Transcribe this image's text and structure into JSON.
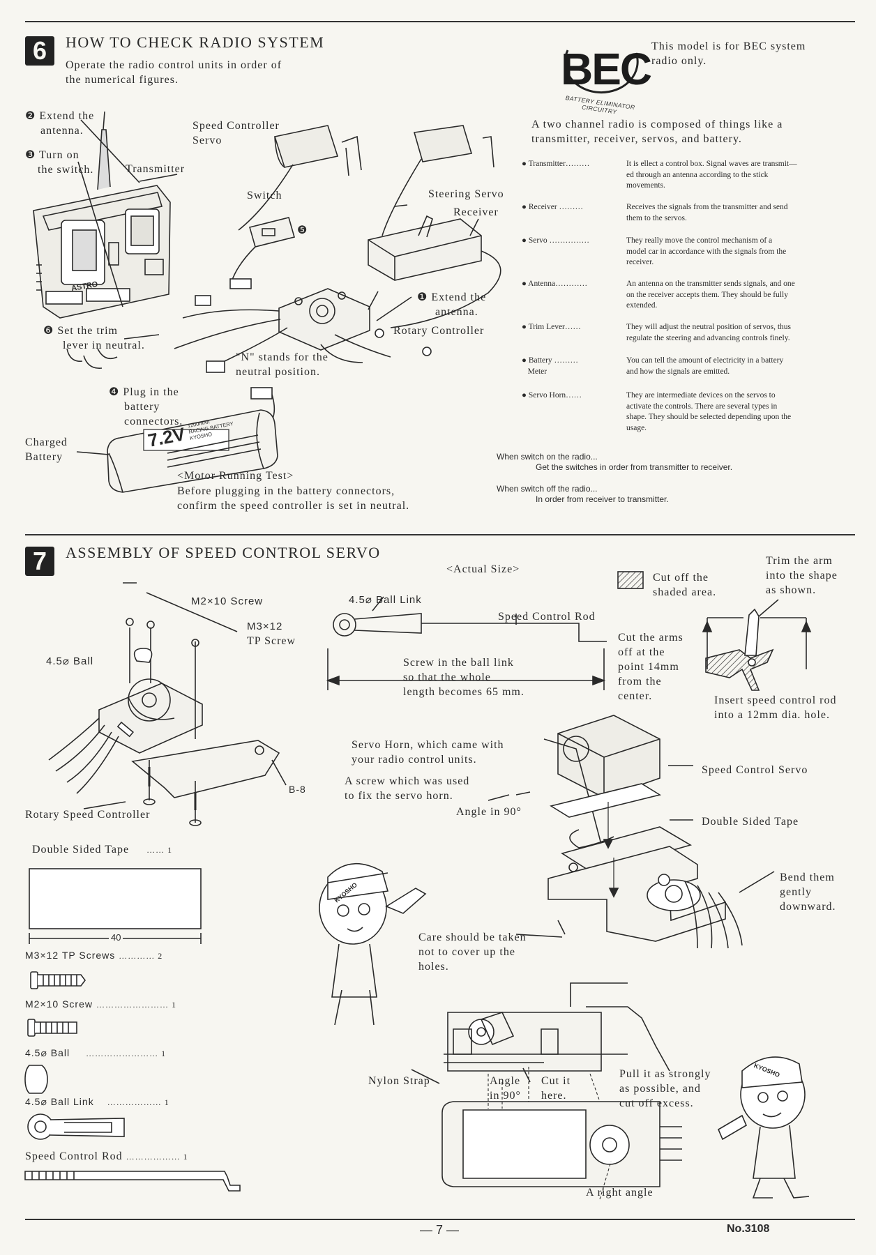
{
  "section6": {
    "number": "6",
    "title": "HOW TO CHECK RADIO SYSTEM",
    "intro": [
      "Operate the radio control units in order of",
      "the numerical figures."
    ],
    "bec_logo": "BEC",
    "bec_ring": "BATTERY ELIMINATOR CIRCUITRY",
    "bec_note": [
      "This model is for BEC system",
      "radio only."
    ],
    "labels": {
      "extend_tx": [
        "❷ Extend the",
        "antenna."
      ],
      "turn_on": [
        "❸ Turn on",
        "the switch."
      ],
      "transmitter": "Transmitter",
      "speed_controller_servo": [
        "Speed Controller",
        "Servo"
      ],
      "switch": "Switch",
      "step5": "❺",
      "steering_servo": "Steering Servo",
      "receiver": "Receiver",
      "extend_rx": [
        "❶ Extend the",
        "antenna."
      ],
      "rotary_controller": "Rotary Controller",
      "trim": [
        "❻ Set the trim",
        "lever in neutral."
      ],
      "neutral_note": [
        "\"N\" stands for the",
        "neutral position."
      ],
      "plug": [
        "❹ Plug in the",
        "battery",
        "connectors."
      ],
      "charged_battery": [
        "Charged",
        "Battery"
      ],
      "battery_label": "7.2V",
      "battery_small": [
        "1200mAh",
        "RACING BATTERY",
        "KYOSHO"
      ],
      "astro": "ASTRO",
      "motor_test_title": "<Motor Running Test>",
      "motor_test_text": [
        "Before plugging in the battery connectors,",
        "confirm the speed controller is set in neutral."
      ]
    },
    "composition": [
      "A two channel radio is composed of things like a",
      "transmitter, receiver, servos, and battery."
    ],
    "components": [
      {
        "term": "● Transmitter………",
        "desc": [
          "It is ellect a control box. Signal waves are transmit—",
          "ed through an antenna according to the stick",
          "movements."
        ]
      },
      {
        "term": "● Receiver ………",
        "desc": [
          "Receives the signals from the transmitter and send",
          "them to the servos."
        ]
      },
      {
        "term": "● Servo ……………",
        "desc": [
          "They really move the control mechanism of a",
          "model car in accordance with the signals from the",
          "receiver."
        ]
      },
      {
        "term": "● Antenna…………",
        "desc": [
          "An antenna on the transmitter sends signals, and one",
          "on the receiver accepts them. They should be fully",
          "extended."
        ]
      },
      {
        "term": "● Trim Lever……",
        "desc": [
          "They will adjust the neutral position of servos, thus",
          "regulate the steering and advancing controls finely."
        ]
      },
      {
        "term": "● Battery ………\n   Meter",
        "desc": [
          "You can tell the amount of electricity in a battery",
          "and how the signals are emitted."
        ]
      },
      {
        "term": "● Servo Horn……",
        "desc": [
          "They are intermediate devices on the servos to",
          "activate the controls. There are several types in",
          "shape. They should be selected depending upon the",
          "usage."
        ]
      }
    ],
    "switch_on": [
      "When switch on the radio...",
      "Get the switches in order from transmitter to receiver."
    ],
    "switch_off": [
      "When switch off the radio...",
      "In order from receiver to transmitter."
    ]
  },
  "section7": {
    "number": "7",
    "title": "ASSEMBLY OF SPEED CONTROL SERVO",
    "actual_size": "<Actual Size>",
    "labels": {
      "m2_screw": "M2×10 Screw",
      "m3_screw": [
        "M3×12",
        "TP Screw"
      ],
      "ball": "4.5⌀ Ball",
      "rotary_speed_controller": "Rotary Speed Controller",
      "b8": "B-8",
      "ball_link": "4.5⌀ Ball Link",
      "speed_control_rod": "Speed Control Rod",
      "screw_in": [
        "Screw in the ball link",
        "so that the whole",
        "length becomes 65 mm."
      ],
      "cut_off_shaded": [
        "Cut off the",
        "shaded area."
      ],
      "trim_arm": [
        "Trim the arm",
        "into the shape",
        "as shown."
      ],
      "cut_arms": [
        "Cut the arms",
        "off at the",
        "point 14mm",
        "from the",
        "center."
      ],
      "insert_rod": [
        "Insert speed control rod",
        "into a 12mm dia. hole."
      ],
      "servo_horn": [
        "Servo Horn, which came with",
        "your radio control units."
      ],
      "screw_used": [
        "A screw which was used",
        "to fix the servo horn."
      ],
      "angle90": "Angle in 90°",
      "speed_control_servo": "Speed Control Servo",
      "double_sided_tape": "Double Sided Tape",
      "bend": [
        "Bend them",
        "gently",
        "downward."
      ],
      "care": [
        "Care should be taken",
        "not to cover up the",
        "holes."
      ],
      "nylon_strap": "Nylon Strap",
      "angle_in_90": [
        "Angle",
        "in 90°"
      ],
      "cut_here": [
        "Cut it",
        "here."
      ],
      "pull": [
        "Pull it as strongly",
        "as possible, and",
        "cut off excess."
      ],
      "right_angle": "A right angle",
      "cap_text": "KYOSHO"
    },
    "parts": [
      {
        "name": "Double Sided Tape",
        "qty": "…… 1"
      },
      {
        "name": "M3×12  TP Screws",
        "qty": "………… 2"
      },
      {
        "name": "M2×10 Screw",
        "qty": "…………………… 1"
      },
      {
        "name": "4.5⌀  Ball",
        "qty": "…………………… 1"
      },
      {
        "name": "4.5⌀  Ball Link",
        "qty": "……………… 1"
      },
      {
        "name": "Speed Control Rod",
        "qty": "……………… 1"
      }
    ],
    "tape_dim": "40"
  },
  "footer": {
    "page": "— 7 —",
    "code": "No.3108"
  }
}
